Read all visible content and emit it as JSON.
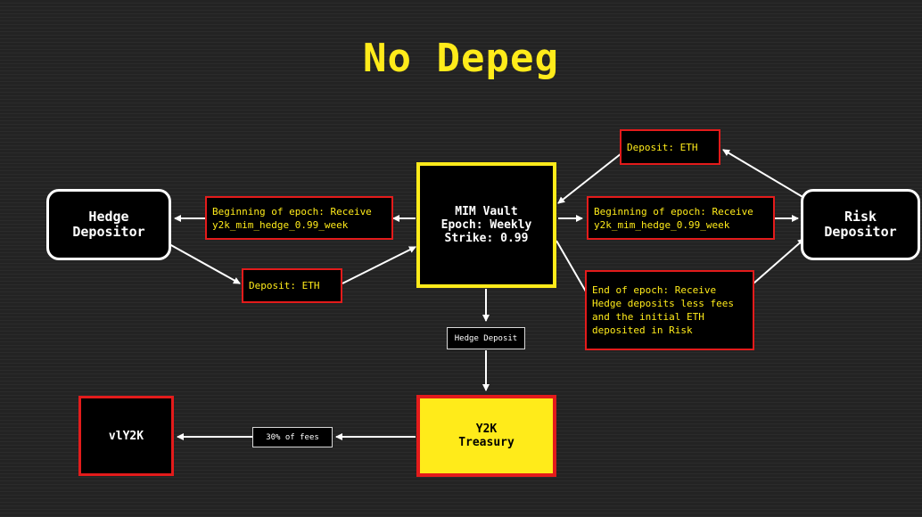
{
  "title": "No Depeg",
  "nodes": {
    "hedge_depositor": "Hedge\nDepositor",
    "risk_depositor": "Risk\nDepositor",
    "vault": "MIM Vault\nEpoch: Weekly\nStrike: 0.99",
    "treasury": "Y2K\nTreasury",
    "vly2k": "vlY2K"
  },
  "notes": {
    "hedge_receive": "Beginning of epoch: Receive\ny2k_mim_hedge_0.99_week",
    "hedge_deposit": "Deposit: ETH",
    "risk_deposit": "Deposit: ETH",
    "risk_receive": "Beginning of epoch: Receive\ny2k_mim_hedge_0.99_week",
    "risk_end": "End of epoch: Receive\nHedge deposits less fees\nand the initial ETH\ndeposited in Risk"
  },
  "tags": {
    "hedge_deposit": "Hedge Deposit",
    "fees": "30% of fees"
  },
  "colors": {
    "accent_yellow": "#ffeb1a",
    "accent_red": "#e31b1b",
    "background": "#232323"
  }
}
